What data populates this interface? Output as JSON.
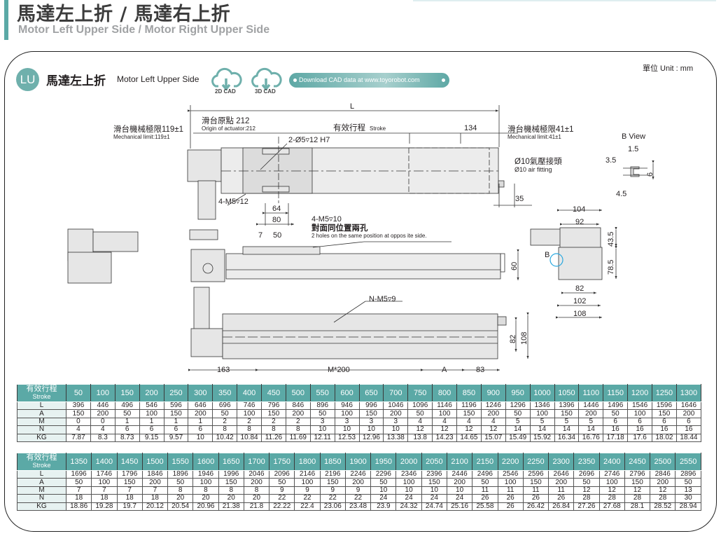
{
  "header": {
    "title_zh": "馬達左上折 / 馬達右上折",
    "title_en": "Motor Left Upper Side / Motor Right Upper Side"
  },
  "section": {
    "badge": "LU",
    "title_zh": "馬達左上折",
    "title_en": "Motor Left Upper Side",
    "cad_2d_label": "2D CAD",
    "cad_3d_label": "3D CAD",
    "download_label": "Download CAD data at www.toyorobot.com",
    "unit": "單位 Unit : mm",
    "accent_color": "#5ba9a6"
  },
  "drawing": {
    "L": "L",
    "origin_zh": "滑台原點 212",
    "origin_en": "Origin of actuator:212",
    "mech_left_zh": "滑台機械極限119±1",
    "mech_left_en": "Mechanical limit:119±1",
    "stroke_zh": "有效行程",
    "stroke_en": "Stroke",
    "dim_134": "134",
    "mech_right_zh": "滑台機械極限41±1",
    "mech_right_en": "Mechanical limit:41±1",
    "pin_hole": "2-Ø5▿12 H7",
    "air_zh": "Ø10氣壓接頭",
    "air_en": "Ø10 air fitting",
    "dim_35": "35",
    "tap_top": "4-M5▿12",
    "dim_64": "64",
    "dim_80": "80",
    "tap_side": "4-M5▿10",
    "tap_side_zh": "對面同位置兩孔",
    "tap_side_en": "2 holes on the same position at oppos ite side.",
    "dim_7": "7",
    "dim_50": "50",
    "dim_60": "60",
    "bview_title": "B View",
    "bview_dims": [
      "1.5",
      "3.5",
      "6",
      "4.5"
    ],
    "end_dims": [
      "104",
      "92",
      "43.5",
      "78.5",
      "82",
      "102",
      "108"
    ],
    "b_label": "B",
    "bottom_tap": "N-M5▿9",
    "bottom_dims": [
      "163",
      "M*200",
      "A",
      "83",
      "82",
      "108"
    ]
  },
  "table": {
    "row_head_zh": "有效行程",
    "row_head_en": "Stroke",
    "row_labels": [
      "L",
      "A",
      "M",
      "N",
      "KG"
    ],
    "part1": {
      "stroke": [
        "50",
        "100",
        "150",
        "200",
        "250",
        "300",
        "350",
        "400",
        "450",
        "500",
        "550",
        "600",
        "650",
        "700",
        "750",
        "800",
        "850",
        "900",
        "950",
        "1000",
        "1050",
        "1100",
        "1150",
        "1200",
        "1250",
        "1300"
      ],
      "L": [
        "396",
        "446",
        "496",
        "546",
        "596",
        "646",
        "696",
        "746",
        "796",
        "846",
        "896",
        "946",
        "996",
        "1046",
        "1096",
        "1146",
        "1196",
        "1246",
        "1296",
        "1346",
        "1396",
        "1446",
        "1496",
        "1546",
        "1596",
        "1646"
      ],
      "A": [
        "150",
        "200",
        "50",
        "100",
        "150",
        "200",
        "50",
        "100",
        "150",
        "200",
        "50",
        "100",
        "150",
        "200",
        "50",
        "100",
        "150",
        "200",
        "50",
        "100",
        "150",
        "200",
        "50",
        "100",
        "150",
        "200"
      ],
      "M": [
        "0",
        "0",
        "1",
        "1",
        "1",
        "1",
        "2",
        "2",
        "2",
        "2",
        "3",
        "3",
        "3",
        "3",
        "4",
        "4",
        "4",
        "4",
        "5",
        "5",
        "5",
        "5",
        "6",
        "6",
        "6",
        "6"
      ],
      "N": [
        "4",
        "4",
        "6",
        "6",
        "6",
        "6",
        "8",
        "8",
        "8",
        "8",
        "10",
        "10",
        "10",
        "10",
        "12",
        "12",
        "12",
        "12",
        "14",
        "14",
        "14",
        "14",
        "16",
        "16",
        "16",
        "16"
      ],
      "KG": [
        "7.87",
        "8.3",
        "8.73",
        "9.15",
        "9.57",
        "10",
        "10.42",
        "10.84",
        "11.26",
        "11.69",
        "12.11",
        "12.53",
        "12.96",
        "13.38",
        "13.8",
        "14.23",
        "14.65",
        "15.07",
        "15.49",
        "15.92",
        "16.34",
        "16.76",
        "17.18",
        "17.6",
        "18.02",
        "18.44"
      ]
    },
    "part2": {
      "stroke": [
        "1350",
        "1400",
        "1450",
        "1500",
        "1550",
        "1600",
        "1650",
        "1700",
        "1750",
        "1800",
        "1850",
        "1900",
        "1950",
        "2000",
        "2050",
        "2100",
        "2150",
        "2200",
        "2250",
        "2300",
        "2350",
        "2400",
        "2450",
        "2500",
        "2550"
      ],
      "L": [
        "1696",
        "1746",
        "1796",
        "1846",
        "1896",
        "1946",
        "1996",
        "2046",
        "2096",
        "2146",
        "2196",
        "2246",
        "2296",
        "2346",
        "2396",
        "2446",
        "2496",
        "2546",
        "2596",
        "2646",
        "2696",
        "2746",
        "2796",
        "2846",
        "2896"
      ],
      "A": [
        "50",
        "100",
        "150",
        "200",
        "50",
        "100",
        "150",
        "200",
        "50",
        "100",
        "150",
        "200",
        "50",
        "100",
        "150",
        "200",
        "50",
        "100",
        "150",
        "200",
        "50",
        "100",
        "150",
        "200",
        "50"
      ],
      "M": [
        "7",
        "7",
        "7",
        "7",
        "8",
        "8",
        "8",
        "8",
        "9",
        "9",
        "9",
        "9",
        "10",
        "10",
        "10",
        "10",
        "11",
        "11",
        "11",
        "11",
        "12",
        "12",
        "12",
        "12",
        "13"
      ],
      "N": [
        "18",
        "18",
        "18",
        "18",
        "20",
        "20",
        "20",
        "20",
        "22",
        "22",
        "22",
        "22",
        "24",
        "24",
        "24",
        "24",
        "26",
        "26",
        "26",
        "26",
        "28",
        "28",
        "28",
        "28",
        "30"
      ],
      "KG": [
        "18.86",
        "19.28",
        "19.7",
        "20.12",
        "20.54",
        "20.96",
        "21.38",
        "21.8",
        "22.22",
        "22.4",
        "23.06",
        "23.48",
        "23.9",
        "24.32",
        "24.74",
        "25.16",
        "25.58",
        "26",
        "26.42",
        "26.84",
        "27.26",
        "27.68",
        "28.1",
        "28.52",
        "28.94"
      ]
    }
  }
}
